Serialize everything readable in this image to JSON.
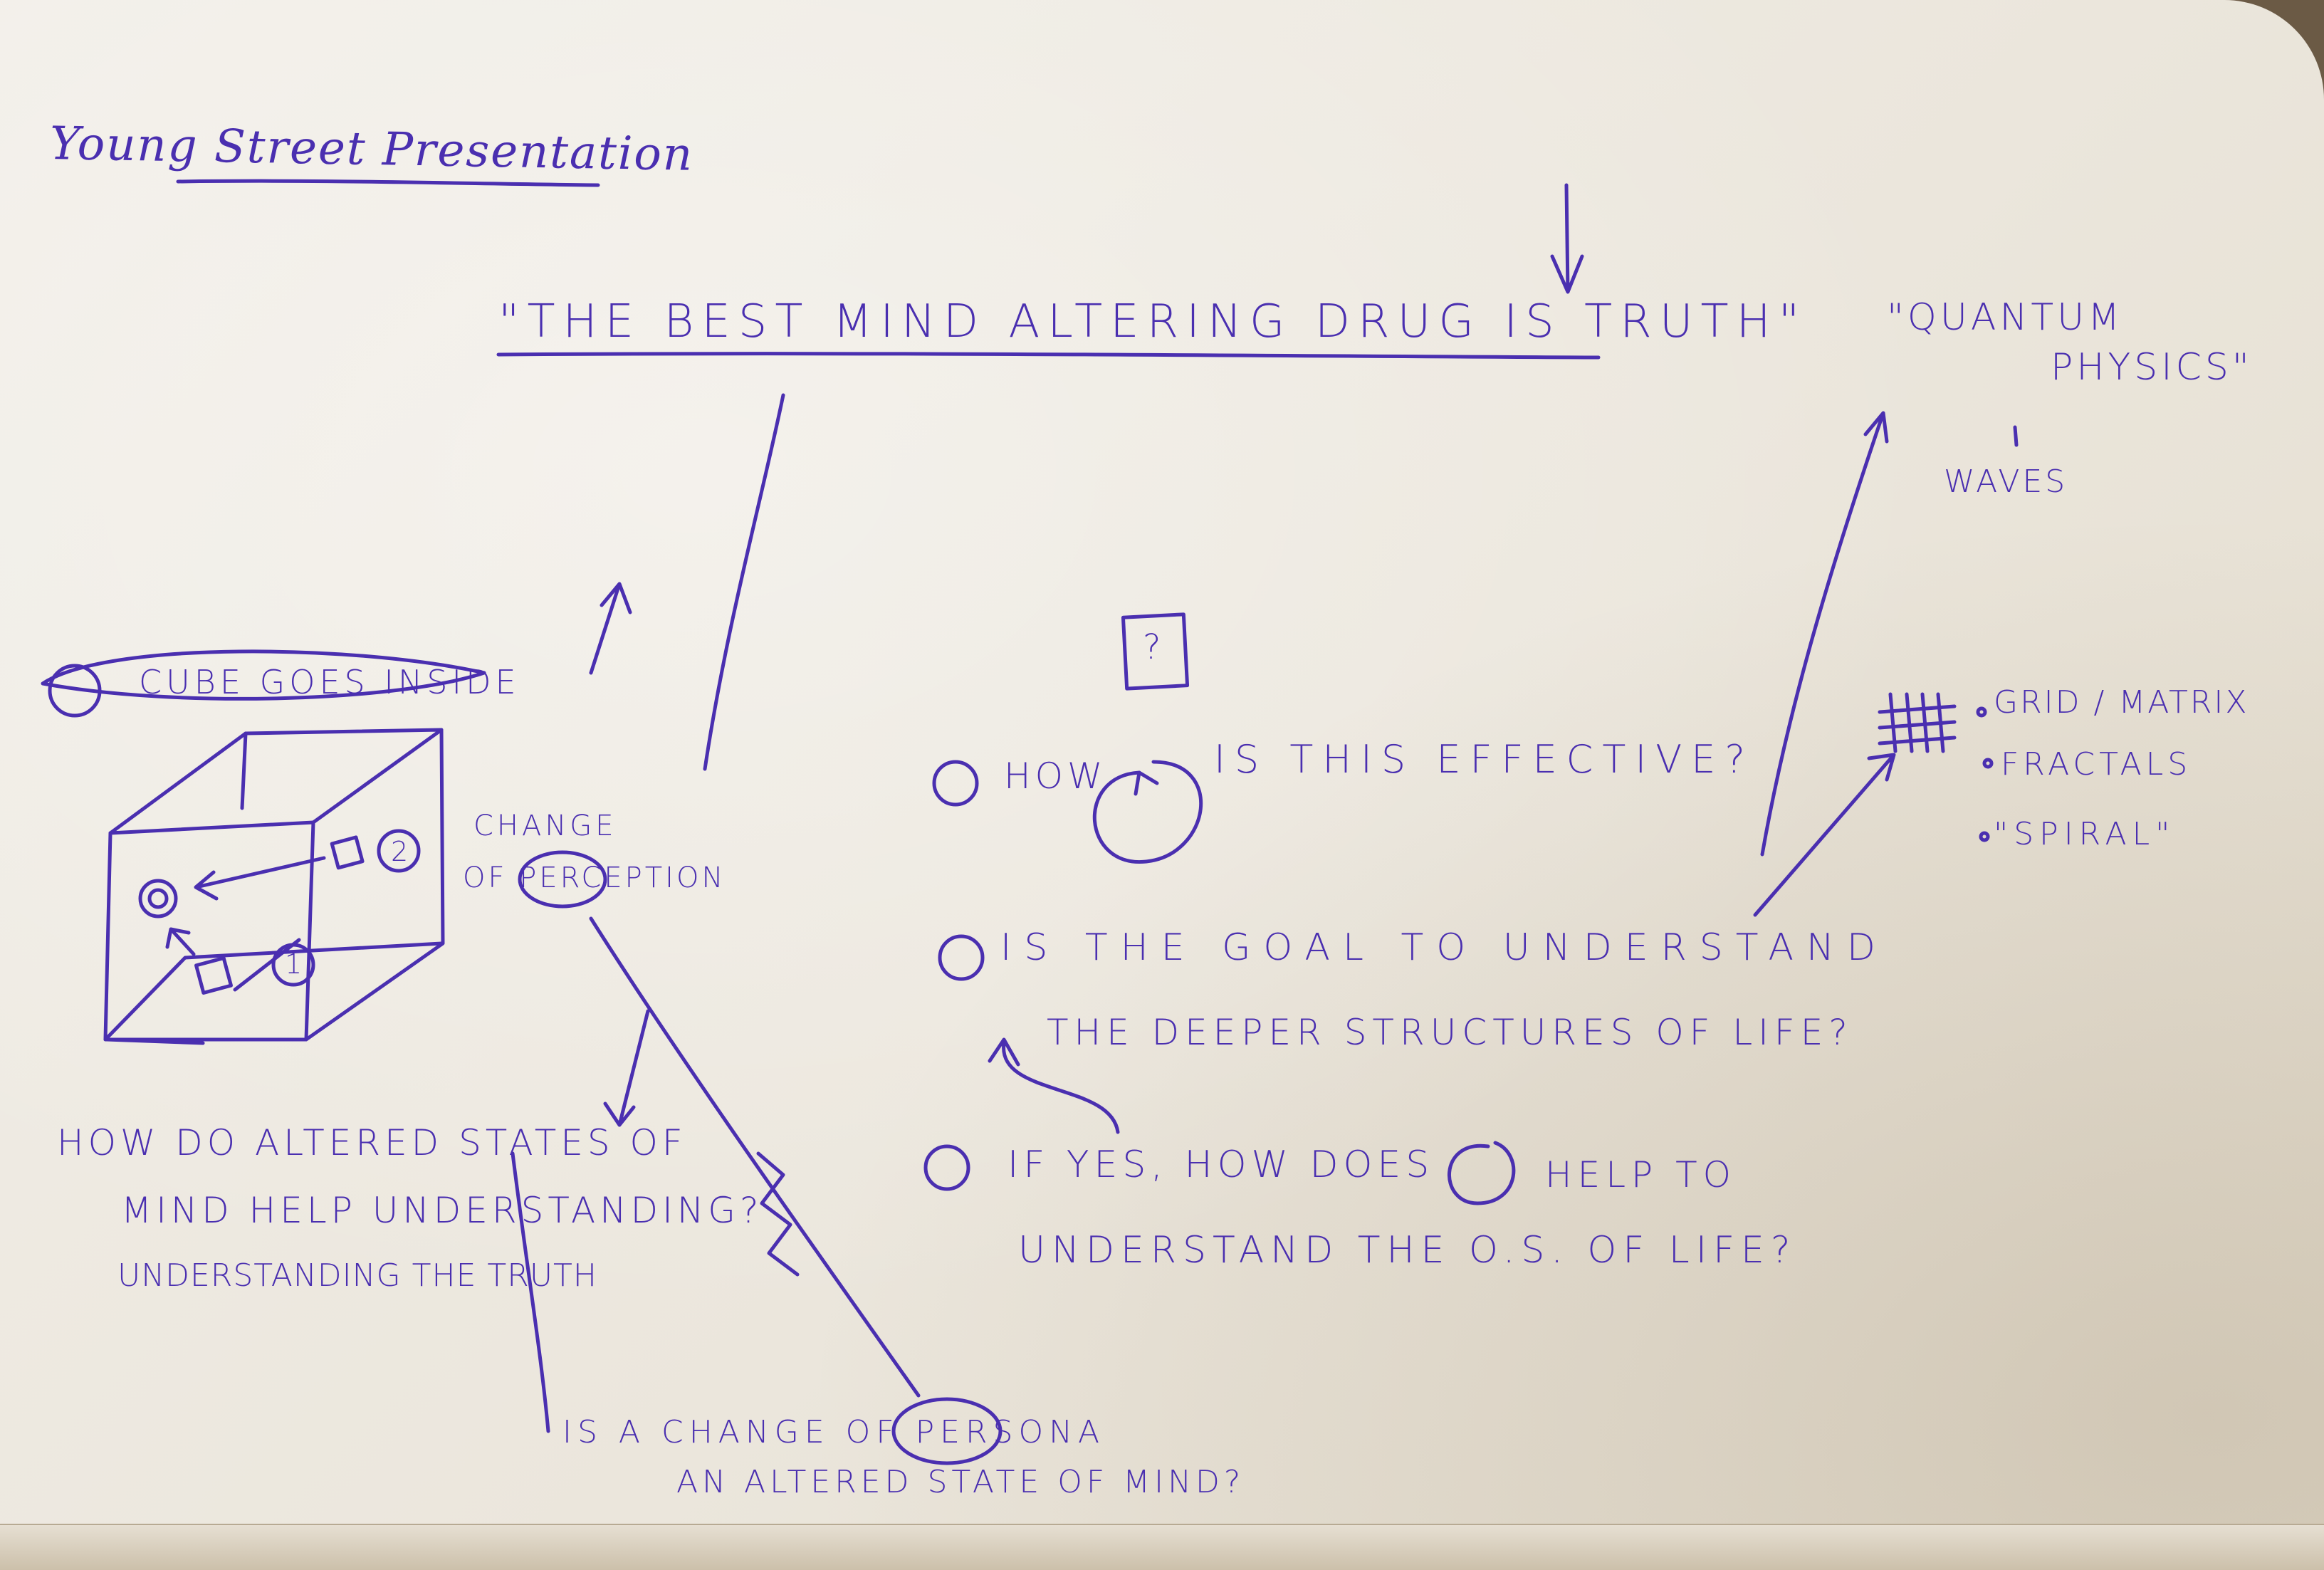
{
  "page": {
    "heading": "Young Street Presentation",
    "quote": "\"THE BEST MIND ALTERING DRUG IS TRUTH\"",
    "cube_note": "CUBE GOES INSIDE",
    "cube_label_1": "1",
    "cube_label_2": "2",
    "change_line1": "CHANGE",
    "change_line2": "OF PERCEPTION",
    "quantum_line1": "\"QUANTUM",
    "quantum_line2": "PHYSICS\"",
    "waves": "WAVES",
    "grid_items": [
      "GRID / MATRIX",
      "FRACTALS",
      "\"SPIRAL\""
    ],
    "question_box": "?",
    "q1_a": "HOW",
    "q1_b": "IS THIS EFFECTIVE?",
    "q2_line1": "IS THE GOAL TO UNDERSTAND",
    "q2_line2": "THE DEEPER STRUCTURES OF LIFE?",
    "q3_line1_a": "IF YES, HOW DOES",
    "q3_line1_b": "HELP TO",
    "q3_line2": "UNDERSTAND THE O.S. OF LIFE?",
    "altered_line1": "HOW DO ALTERED STATES OF",
    "altered_line2": "MIND HELP UNDERSTANDING?",
    "altered_line3": "UNDERSTANDING THE TRUTH",
    "persona_line1": "IS A CHANGE OF PERSONA",
    "persona_line2": "AN ALTERED STATE OF MIND?"
  },
  "colors": {
    "ink": "#4a2fb0",
    "paper": "#efebe3"
  }
}
